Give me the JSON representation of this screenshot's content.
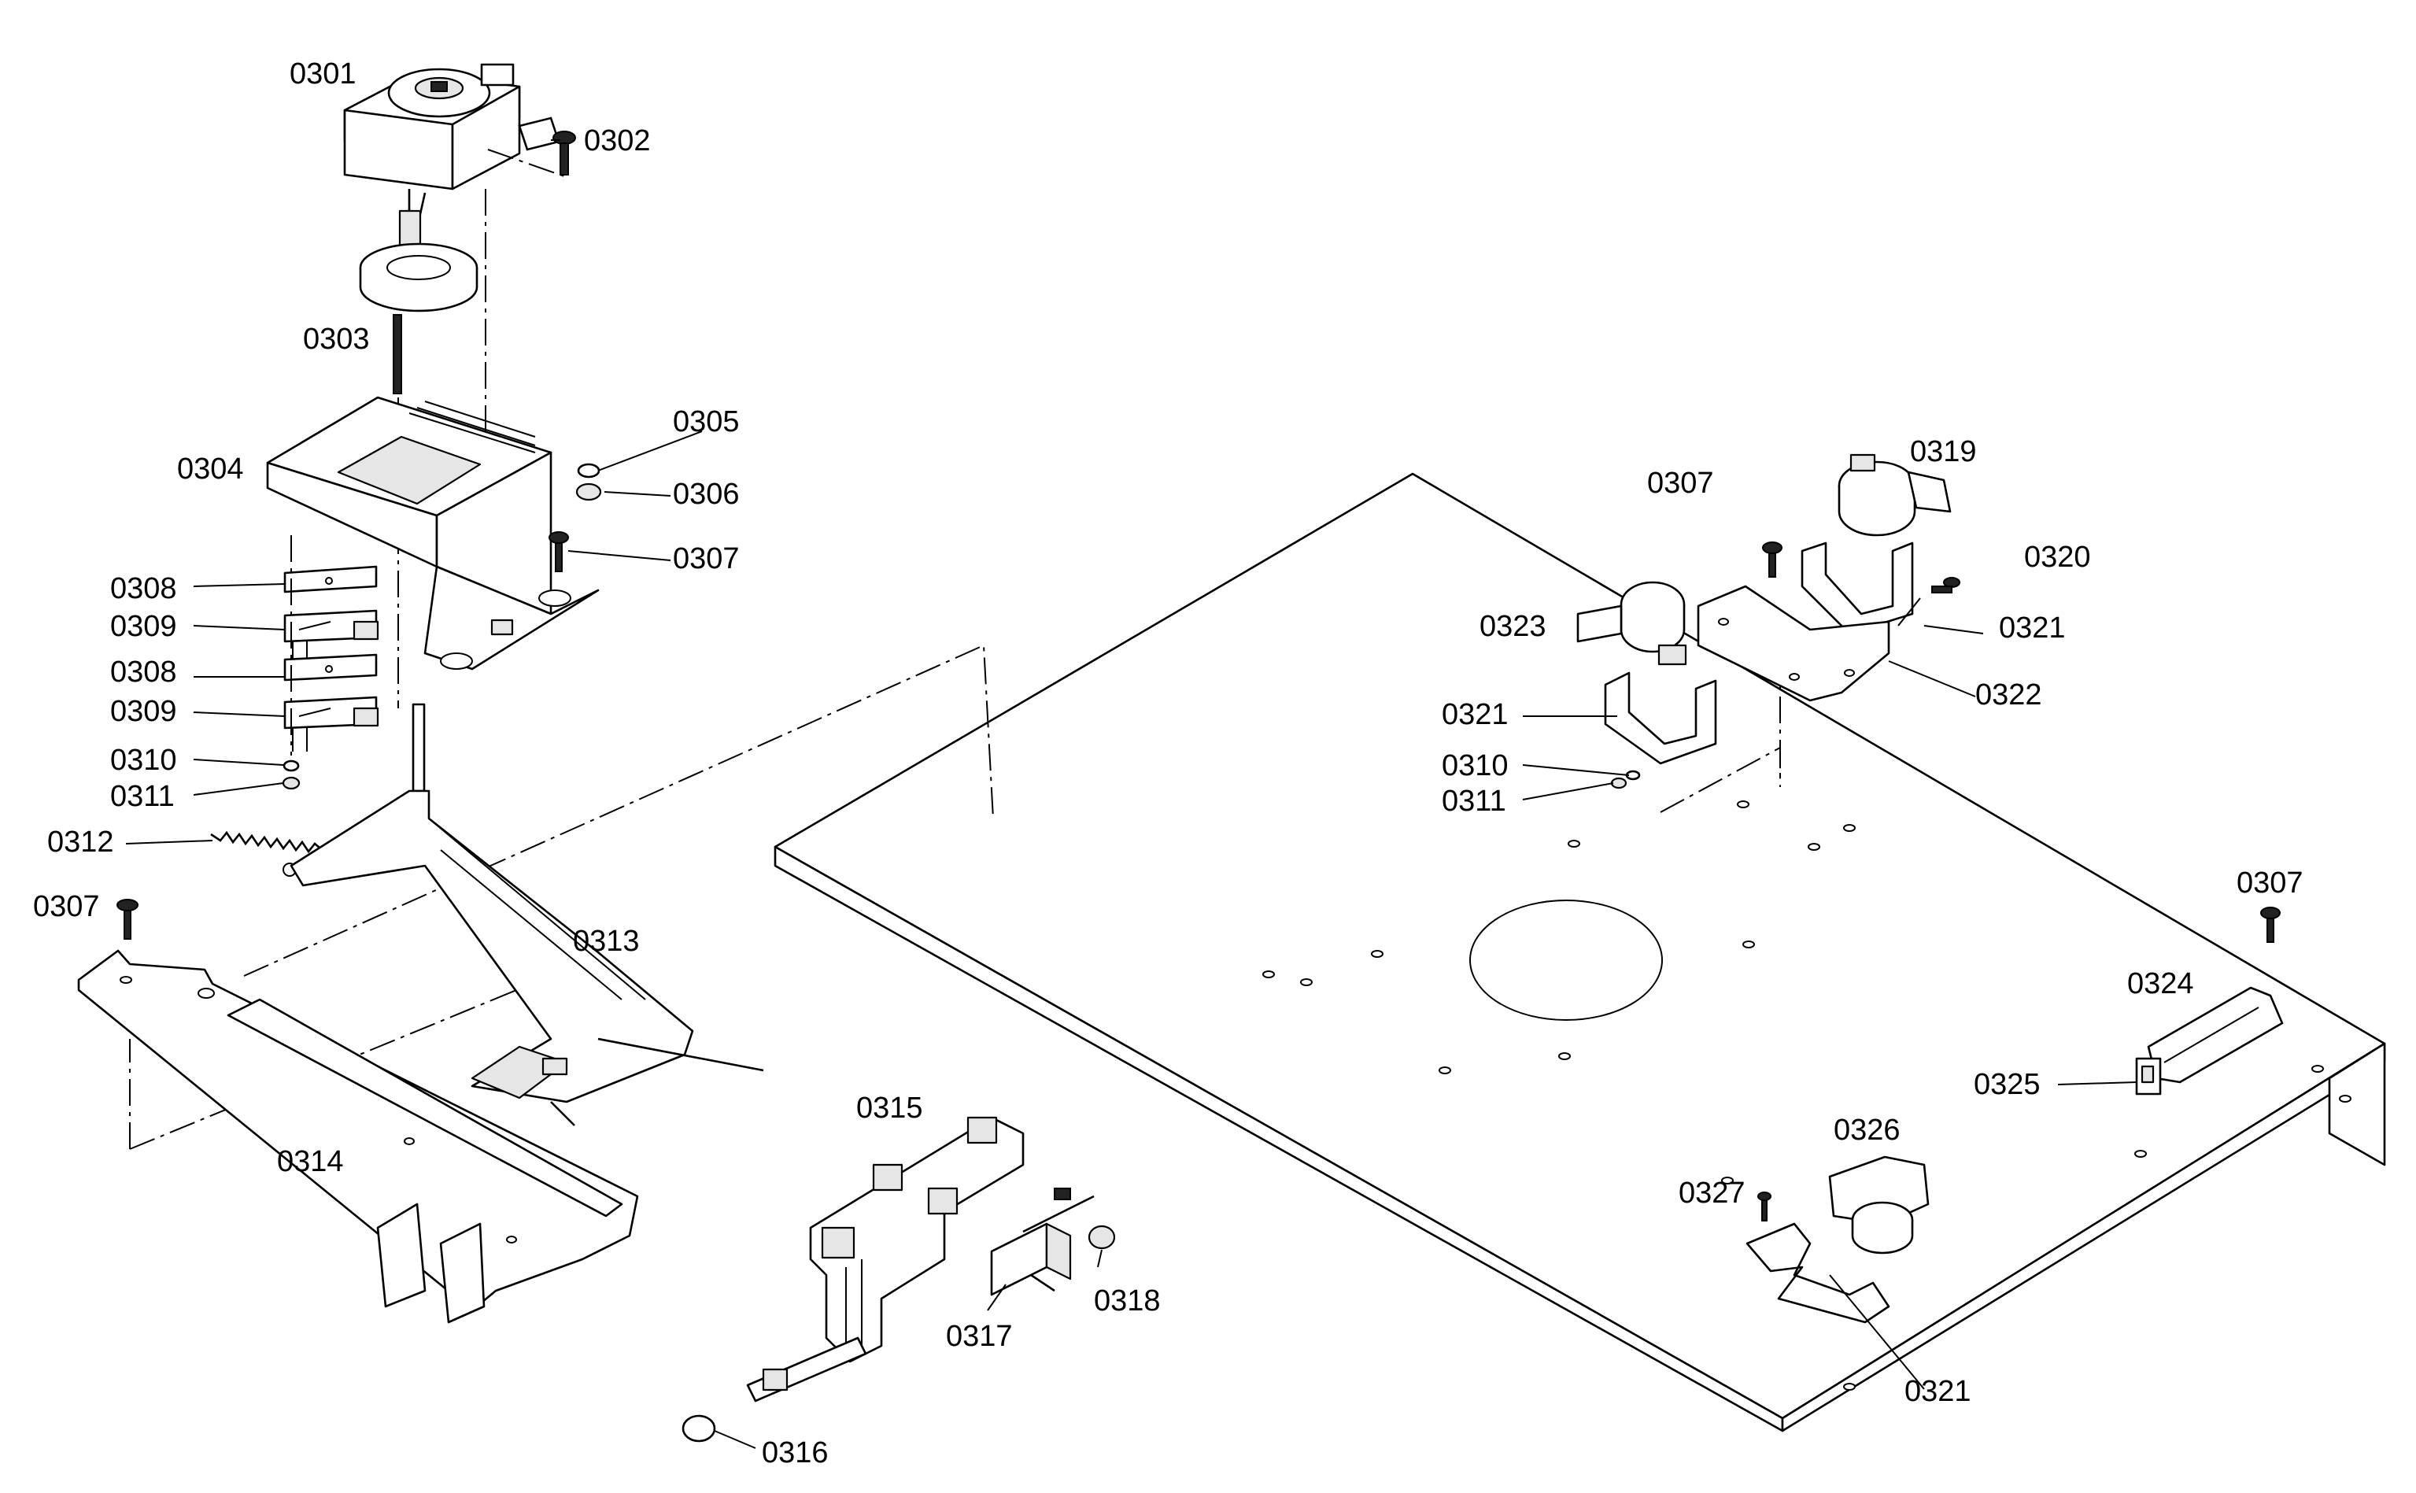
{
  "labels": {
    "p0301": "0301",
    "p0302": "0302",
    "p0303": "0303",
    "p0304": "0304",
    "p0305": "0305",
    "p0306": "0306",
    "p0307": "0307",
    "p0308": "0308",
    "p0309": "0309",
    "p0310": "0310",
    "p0311": "0311",
    "p0312": "0312",
    "p0313": "0313",
    "p0314": "0314",
    "p0315": "0315",
    "p0316": "0316",
    "p0317": "0317",
    "p0318": "0318",
    "p0319": "0319",
    "p0320": "0320",
    "p0321": "0321",
    "p0322": "0322",
    "p0323": "0323",
    "p0324": "0324",
    "p0325": "0325",
    "p0326": "0326",
    "p0327": "0327"
  },
  "colors": {
    "line": "#000000",
    "background": "#ffffff",
    "part_shade": "#e6e6e6"
  }
}
